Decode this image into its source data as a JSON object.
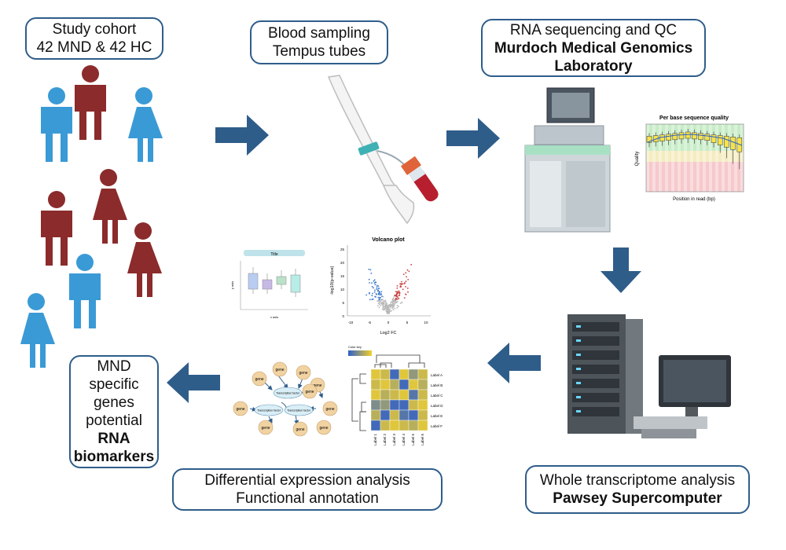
{
  "colors": {
    "arrow": "#2f5d8a",
    "box_border": "#2f5d8a",
    "mnd_figure": "#8b2b2b",
    "hc_figure": "#3a9ad6",
    "heatmap_yellow": "#f2d12c",
    "heatmap_blue": "#2f5fc9",
    "volcano_up": "#c83c3c",
    "volcano_down": "#3a78c8"
  },
  "boxes": {
    "cohort": {
      "line1": "Study cohort",
      "line2": "42 MND & 42 HC"
    },
    "blood": {
      "line1": "Blood sampling",
      "line2": "Tempus tubes"
    },
    "rnaseq": {
      "line1": "RNA sequencing and QC",
      "line2": "Murdoch Medical Genomics",
      "line3": "Laboratory"
    },
    "wta": {
      "line1": "Whole transcriptome analysis",
      "line2": "Pawsey Supercomputer"
    },
    "dea": {
      "line1": "Differential expression analysis",
      "line2": "Functional annotation"
    },
    "mnd": {
      "line1": "MND",
      "line2": "specific",
      "line3": "genes",
      "line4": "potential",
      "line5": "RNA",
      "line6": "biomarkers"
    }
  },
  "quality_plot": {
    "title": "Per base sequence quality",
    "xlabel": "Position in read (bp)",
    "ylabel": "Quality"
  },
  "volcano_plot": {
    "title": "Volcano plot",
    "xlabel": "Log2 FC",
    "ylabel": "-log10(p-value)",
    "xticks": [
      "-10",
      "-5",
      "0",
      "5",
      "10"
    ],
    "yticks": [
      "0",
      "5",
      "10",
      "15",
      "20",
      "25"
    ]
  },
  "box_plot": {
    "title": "Title",
    "xlabel": "x axis",
    "ylabel": "y axis"
  },
  "network": {
    "nodes": [
      "gene",
      "gene",
      "gene",
      "gene",
      "gene",
      "gene",
      "gene",
      "gene",
      "gene",
      "gene"
    ],
    "factor": "Transcription factor"
  },
  "heatmap": {
    "color_key": "Color key",
    "row_labels": [
      "Label A",
      "Label B",
      "Label C",
      "Label D",
      "Label E",
      "Label F"
    ],
    "col_labels": [
      "Label 1",
      "Label 2",
      "Label 3",
      "Label 4",
      "Label 5",
      "Label 6"
    ],
    "cells": [
      [
        0.1,
        0.2,
        0.9,
        0.1,
        0.5,
        0.2
      ],
      [
        0.2,
        0.1,
        0.3,
        0.9,
        0.1,
        0.3
      ],
      [
        0.1,
        0.3,
        0.2,
        0.1,
        0.8,
        0.2
      ],
      [
        0.6,
        0.5,
        0.9,
        0.9,
        0.2,
        0.1
      ],
      [
        0.3,
        0.9,
        0.2,
        0.8,
        0.9,
        0.2
      ],
      [
        0.9,
        0.2,
        0.1,
        0.2,
        0.3,
        0.1
      ]
    ]
  }
}
